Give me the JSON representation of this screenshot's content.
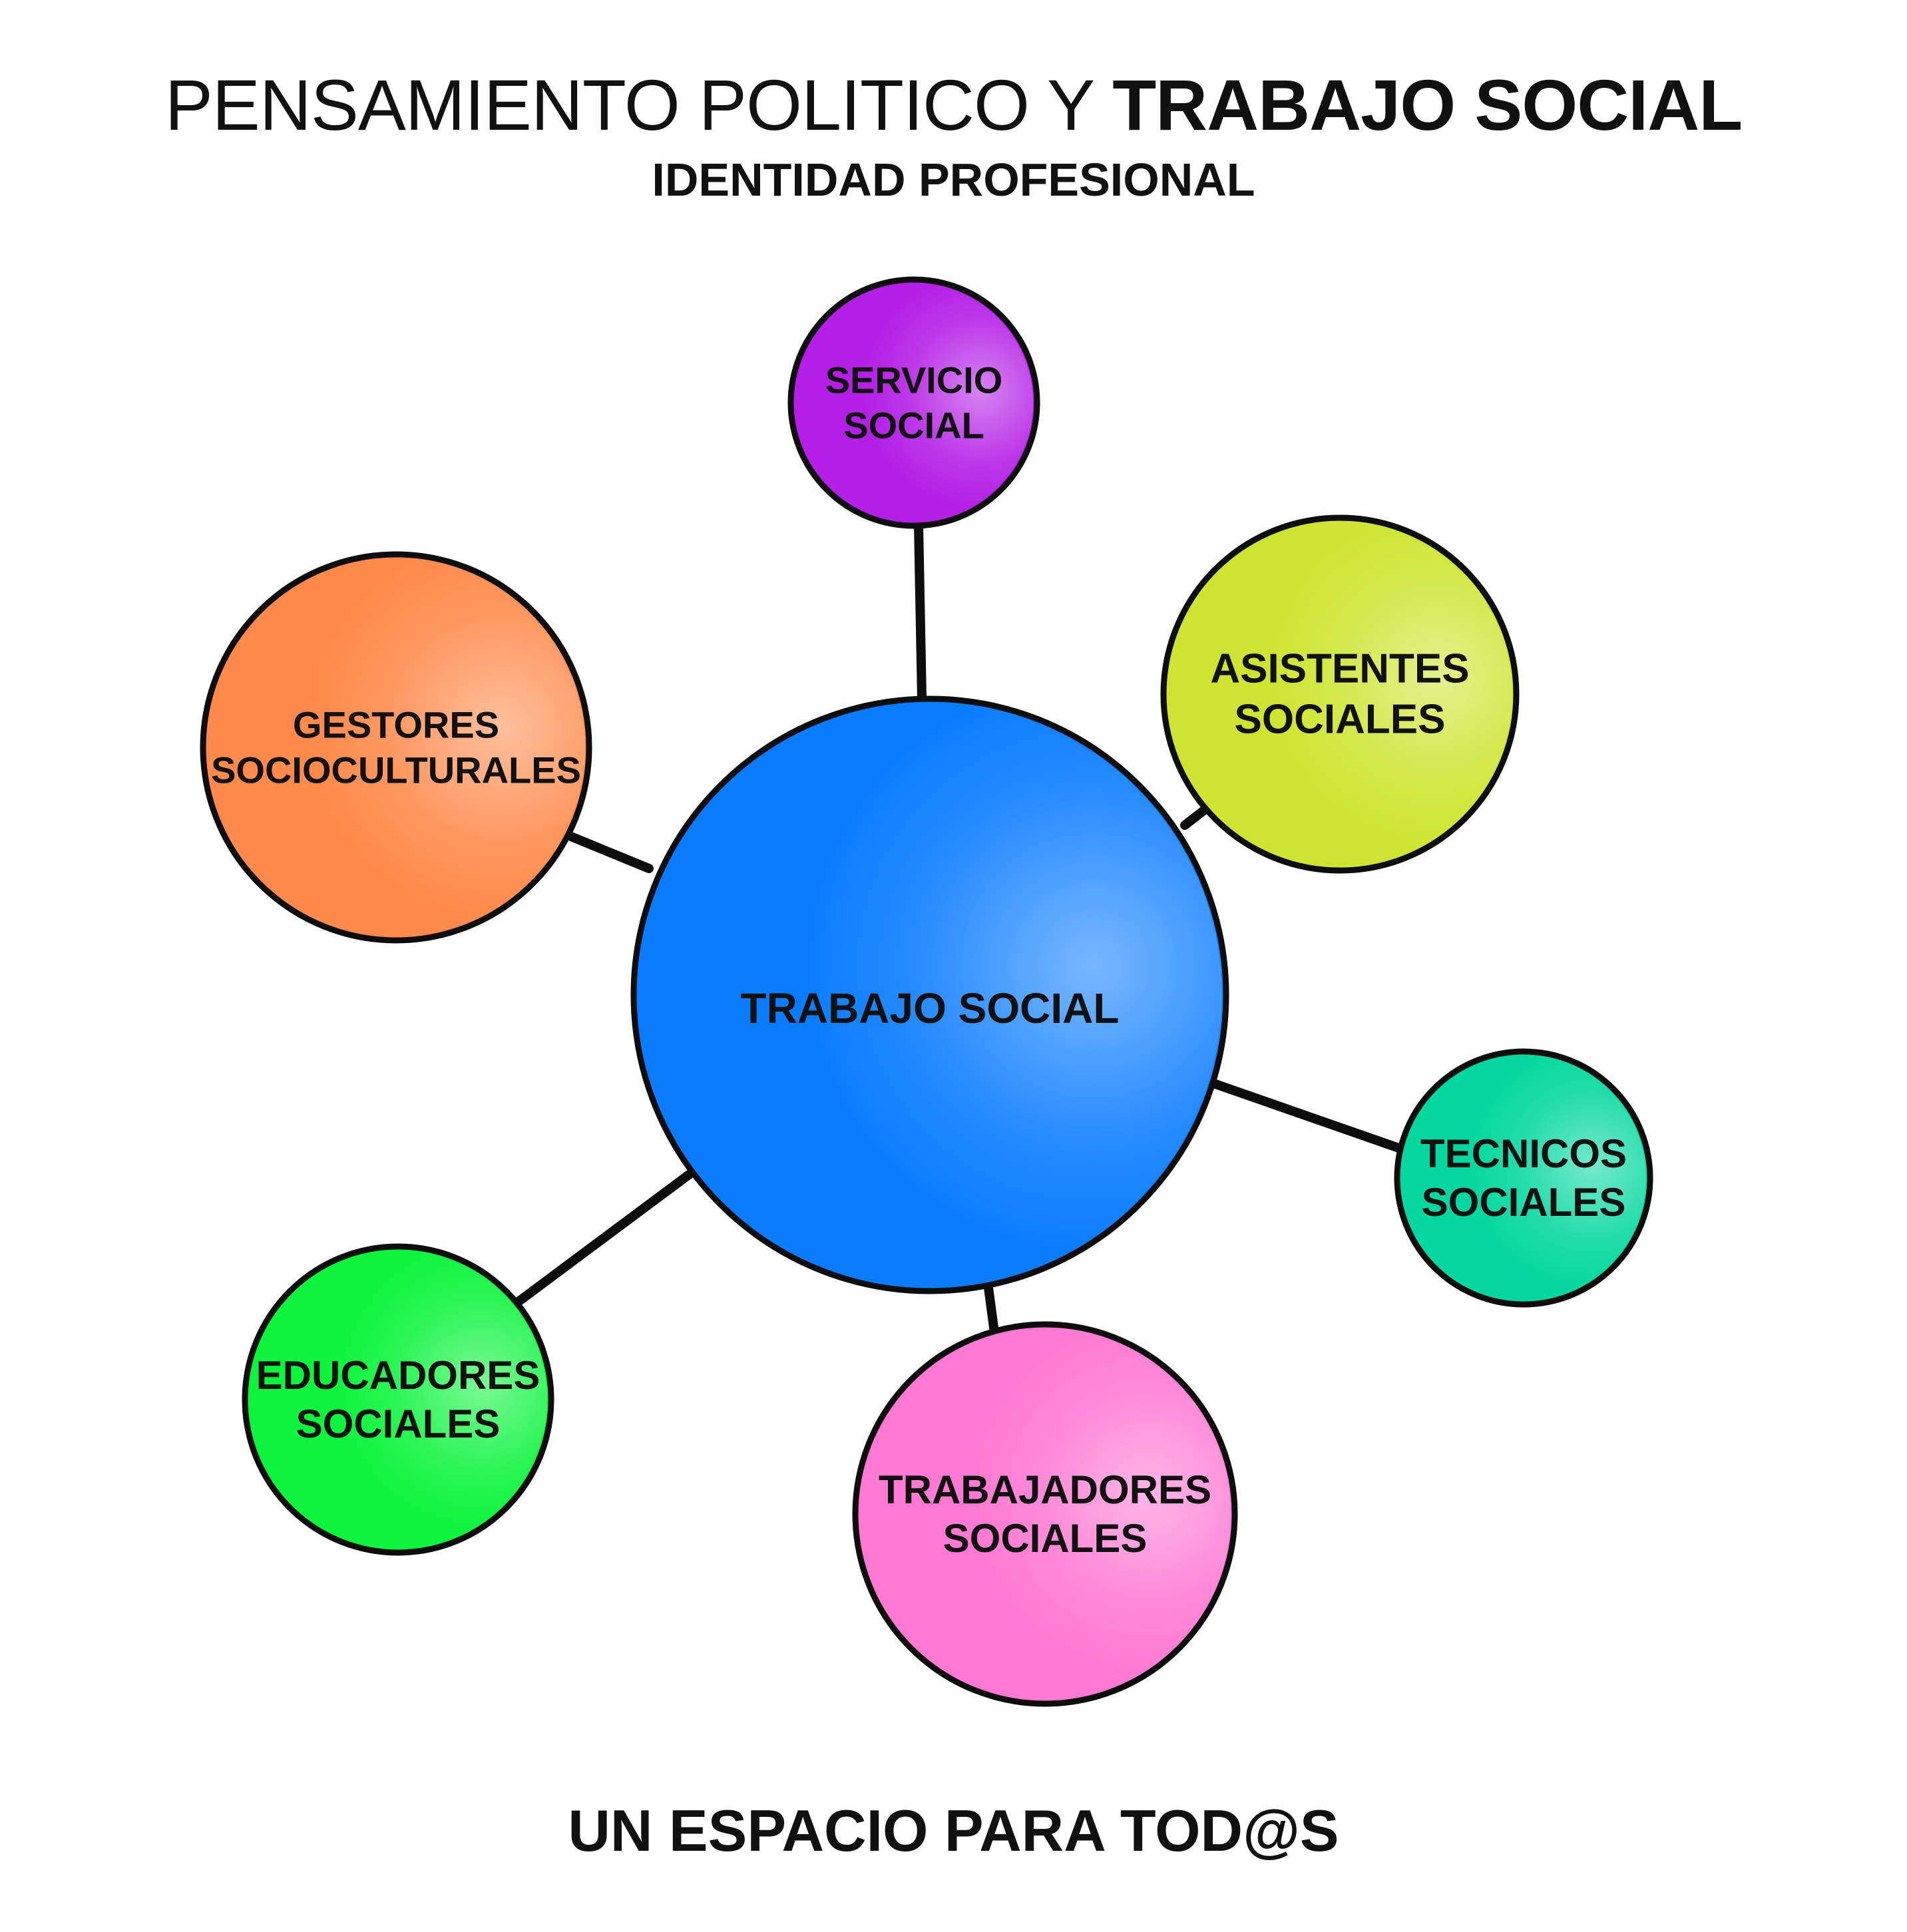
{
  "header": {
    "title_light": "PENSAMIENTO POLITICO Y",
    "title_bold": "TRABAJO SOCIAL",
    "subtitle": "IDENTIDAD PROFESIONAL"
  },
  "center": {
    "label": "TRABAJO SOCIAL",
    "color": "#0a7cff"
  },
  "nodes": [
    {
      "id": "servicio-social",
      "lines": [
        "SERVICIO",
        "SOCIAL"
      ],
      "color": "#b41ee6"
    },
    {
      "id": "asistentes-sociales",
      "lines": [
        "ASISTENTES",
        "SOCIALES"
      ],
      "color": "#cde531"
    },
    {
      "id": "tecnicos-sociales",
      "lines": [
        "TECNICOS",
        "SOCIALES"
      ],
      "color": "#05d89e"
    },
    {
      "id": "trabajadores-sociales",
      "lines": [
        "TRABAJADORES",
        "SOCIALES"
      ],
      "color": "#ff78d2"
    },
    {
      "id": "educadores-sociales",
      "lines": [
        "EDUCADORES",
        "SOCIALES"
      ],
      "color": "#0cf43c"
    },
    {
      "id": "gestores-socioculturales",
      "lines": [
        "GESTORES",
        "SOCIOCULTURALES"
      ],
      "color": "#ff8a4b"
    }
  ],
  "footer": {
    "text": "UN ESPACIO PARA TOD@S"
  }
}
